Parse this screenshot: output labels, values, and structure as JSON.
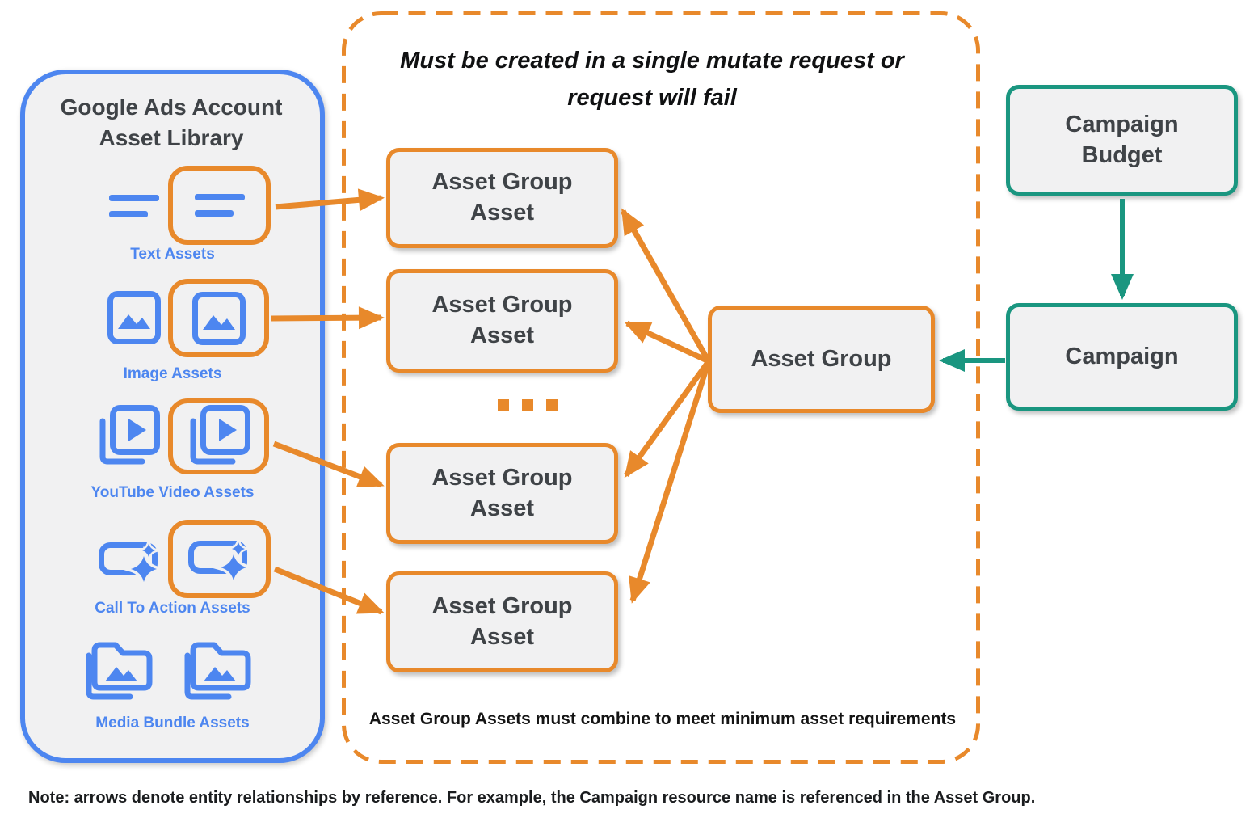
{
  "colors": {
    "orange": "#E8892B",
    "blue": "#4D86F0",
    "teal": "#1A9680",
    "panel_fill": "#F1F1F2",
    "dark_text": "#3F4347"
  },
  "library": {
    "title": "Google Ads Account Asset Library",
    "items": [
      {
        "label": "Text Assets",
        "icon": "text-lines-icon"
      },
      {
        "label": "Image Assets",
        "icon": "image-asset-icon"
      },
      {
        "label": "YouTube Video  Assets",
        "icon": "youtube-video-asset-icon"
      },
      {
        "label": "Call To Action Assets",
        "icon": "call-to-action-asset-icon"
      },
      {
        "label": "Media Bundle  Assets",
        "icon": "media-bundle-asset-icon"
      }
    ]
  },
  "mutate_panel": {
    "title": "Must be created in a single mutate request or request will fail",
    "asset_group_asset_label": "Asset Group Asset",
    "ellipsis": "...",
    "asset_group_label": "Asset Group",
    "footnote": "Asset Group Assets must combine to meet minimum asset requirements"
  },
  "campaign_flow": {
    "budget_label": "Campaign Budget",
    "campaign_label": "Campaign"
  },
  "note": "Note: arrows denote entity relationships by reference. For example, the Campaign resource name is referenced in the Asset Group."
}
